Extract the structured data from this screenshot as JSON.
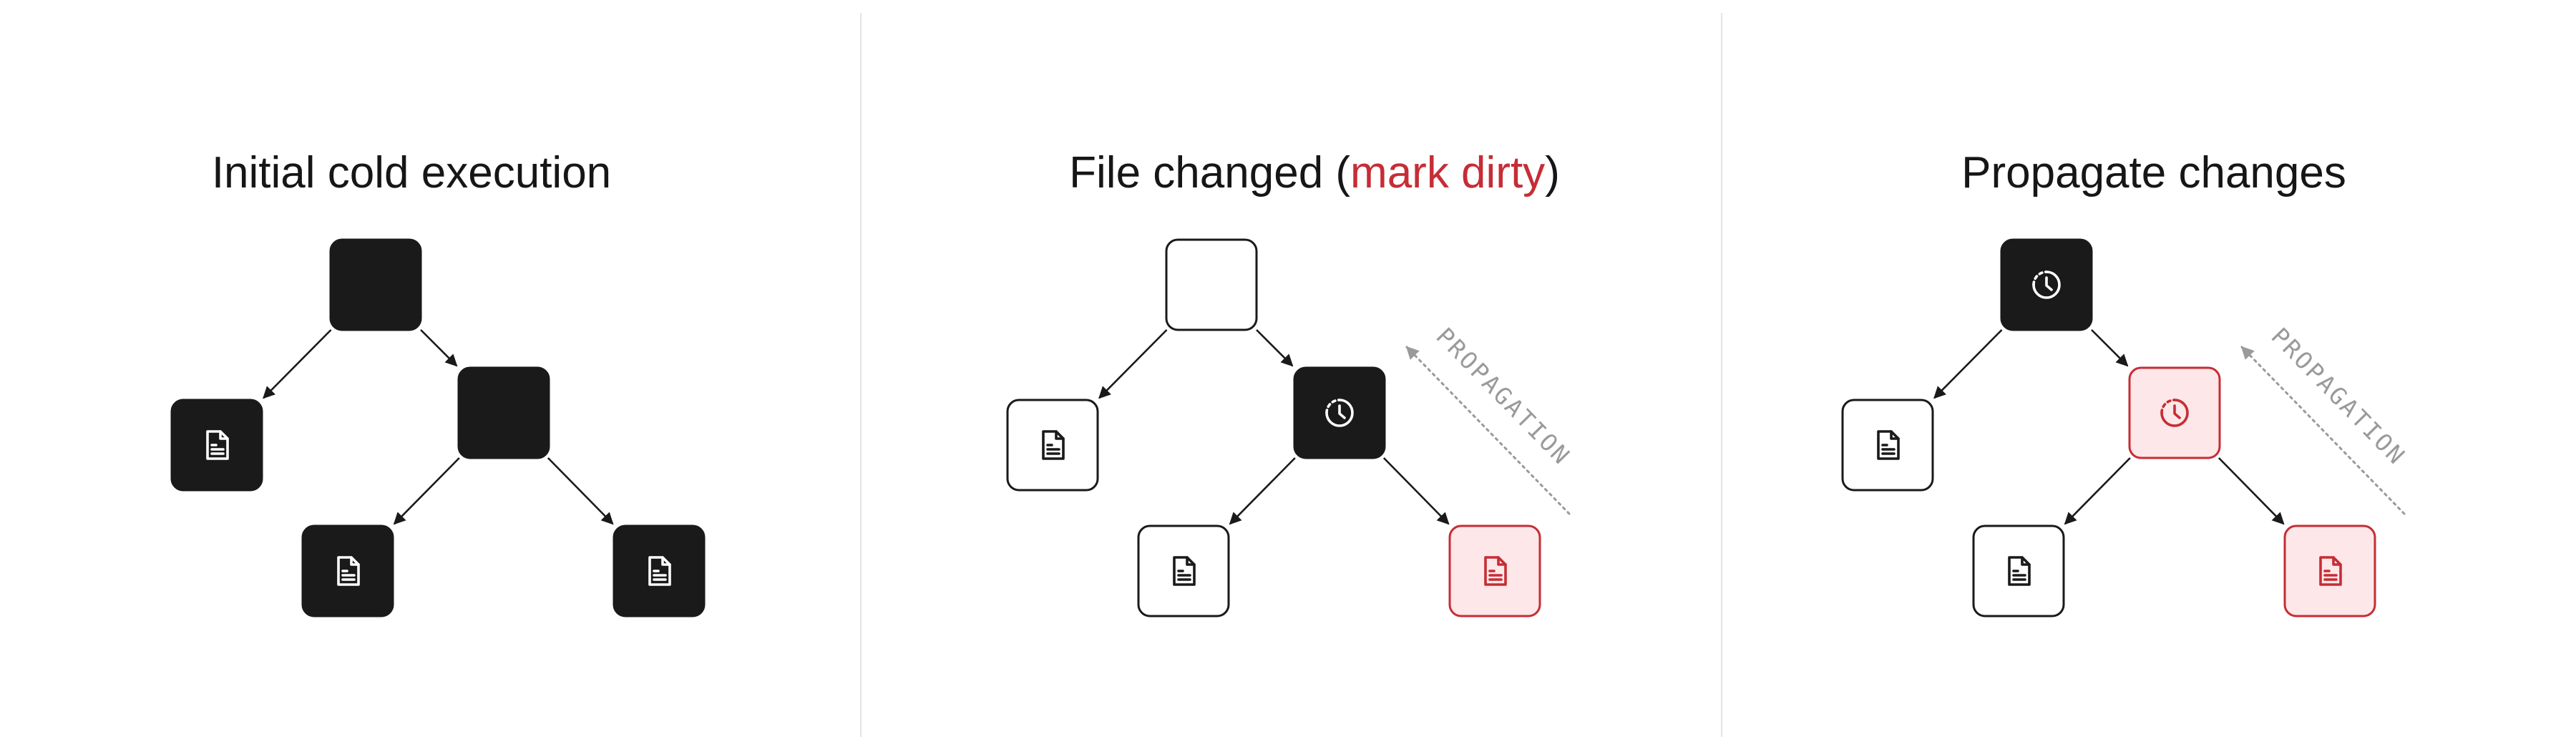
{
  "colors": {
    "ink": "#1a1a1a",
    "white": "#ffffff",
    "dirty_stroke": "#c62d35",
    "dirty_fill": "#fde7e8",
    "propagation": "#9a9a9a",
    "divider": "#e3e3e3"
  },
  "panels": [
    {
      "title_parts": [
        {
          "text": "Initial cold execution",
          "color": "#161616"
        }
      ],
      "nodes": [
        {
          "id": "root",
          "style": "dark",
          "icon": "none"
        },
        {
          "id": "left-file",
          "style": "dark",
          "icon": "file-icon"
        },
        {
          "id": "mid",
          "style": "dark",
          "icon": "none"
        },
        {
          "id": "mid-left-file",
          "style": "dark",
          "icon": "file-icon"
        },
        {
          "id": "mid-right-file",
          "style": "dark",
          "icon": "file-icon"
        }
      ],
      "propagation": null
    },
    {
      "title_parts": [
        {
          "text": "File changed (",
          "color": "#161616"
        },
        {
          "text": "mark dirty",
          "color": "#c62d35"
        },
        {
          "text": ")",
          "color": "#161616"
        }
      ],
      "nodes": [
        {
          "id": "root",
          "style": "light",
          "icon": "none"
        },
        {
          "id": "left-file",
          "style": "light",
          "icon": "file-icon"
        },
        {
          "id": "mid",
          "style": "dark",
          "icon": "history-icon"
        },
        {
          "id": "mid-left-file",
          "style": "light",
          "icon": "file-icon"
        },
        {
          "id": "mid-right-file",
          "style": "dirty",
          "icon": "file-icon"
        }
      ],
      "propagation": {
        "label": "PROPAGATION"
      }
    },
    {
      "title_parts": [
        {
          "text": "Propagate changes",
          "color": "#161616"
        }
      ],
      "nodes": [
        {
          "id": "root",
          "style": "dark",
          "icon": "history-icon"
        },
        {
          "id": "left-file",
          "style": "light",
          "icon": "file-icon"
        },
        {
          "id": "mid",
          "style": "dirty",
          "icon": "history-icon"
        },
        {
          "id": "mid-left-file",
          "style": "light",
          "icon": "file-icon"
        },
        {
          "id": "mid-right-file",
          "style": "dirty",
          "icon": "file-icon"
        }
      ],
      "propagation": {
        "label": "PROPAGATION"
      }
    }
  ]
}
